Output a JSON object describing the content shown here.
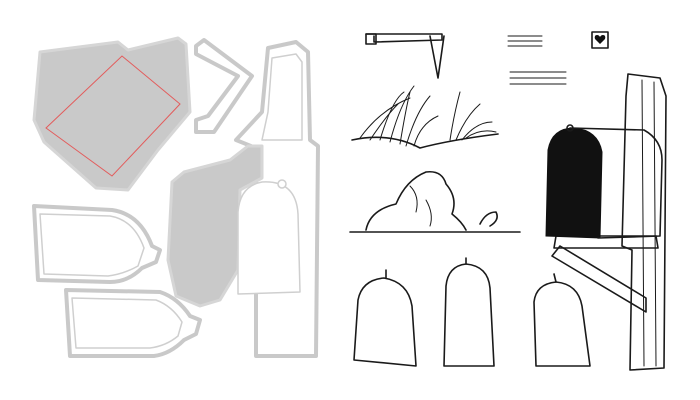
{
  "scene": {
    "background": "#ffffff",
    "die_color": "#c9c9c9",
    "die_edge_color": "#d6d6d6",
    "fold_line_color": "#e35b5b",
    "ink_color": "#1a1a1a",
    "left_panel_content": [
      "envelope-die",
      "flag-die",
      "mailbox-door-die",
      "mailbox-post-die",
      "tag-die",
      "tag-die",
      "letter-die"
    ],
    "right_panel_content": [
      "mailbox-flag-stamp",
      "letter-lines-stamp",
      "heart-stamp-icon",
      "grass-stamp",
      "rock-stamp",
      "mailbox-stamp",
      "tag-stamp",
      "tag-stamp",
      "tag-stamp"
    ]
  }
}
